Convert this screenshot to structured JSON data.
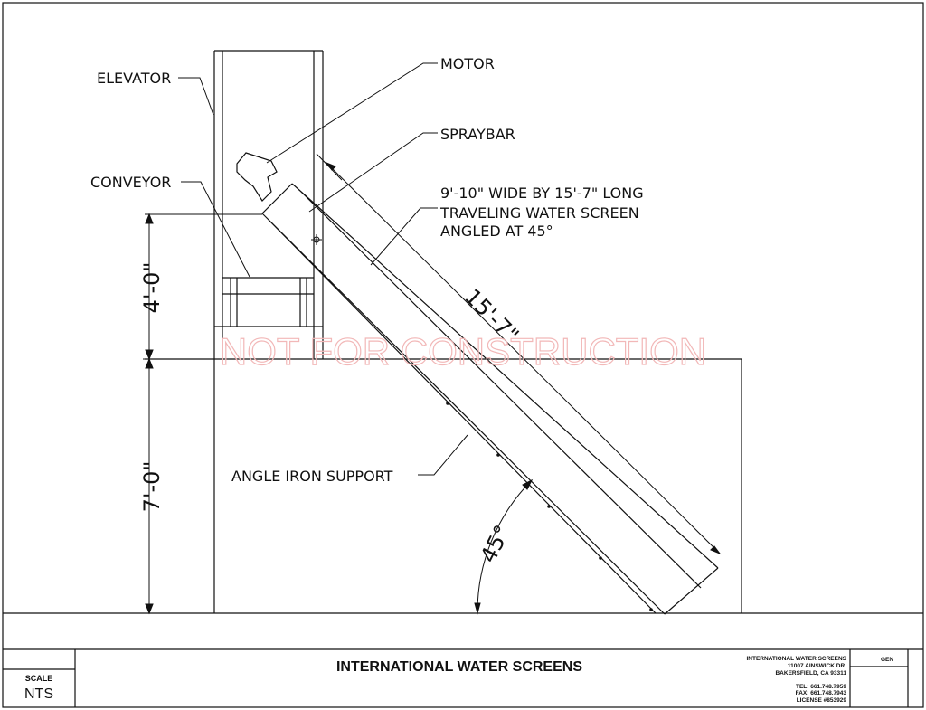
{
  "labels": {
    "elevator": "ELEVATOR",
    "motor": "MOTOR",
    "spraybar": "SPRAYBAR",
    "conveyor": "CONVEYOR",
    "screen_line1": "9'-10\" WIDE BY 15'-7\" LONG",
    "screen_line2": "TRAVELING WATER SCREEN",
    "screen_line3": "ANGLED AT 45°",
    "angle_support": "ANGLE IRON SUPPORT"
  },
  "dimensions": {
    "upper_height": "4'-0\"",
    "lower_height": "7'-0\"",
    "screen_length": "15'-7\"",
    "angle": "45°"
  },
  "watermark": "NOT FOR CONSTRUCTION",
  "title_block": {
    "title": "INTERNATIONAL WATER SCREENS",
    "scale_label": "SCALE",
    "scale_value": "NTS",
    "company": "INTERNATIONAL WATER SCREENS",
    "address1": "11007 AINSWICK DR.",
    "address2": "BAKERSFIELD, CA 93311",
    "tel": "TEL: 661.748.7959",
    "fax": "FAX: 661.748.7943",
    "license": "LICENSE #853929",
    "sheet": "GEN"
  },
  "colors": {
    "line": "#111111",
    "watermark": "#f2b8b8"
  }
}
